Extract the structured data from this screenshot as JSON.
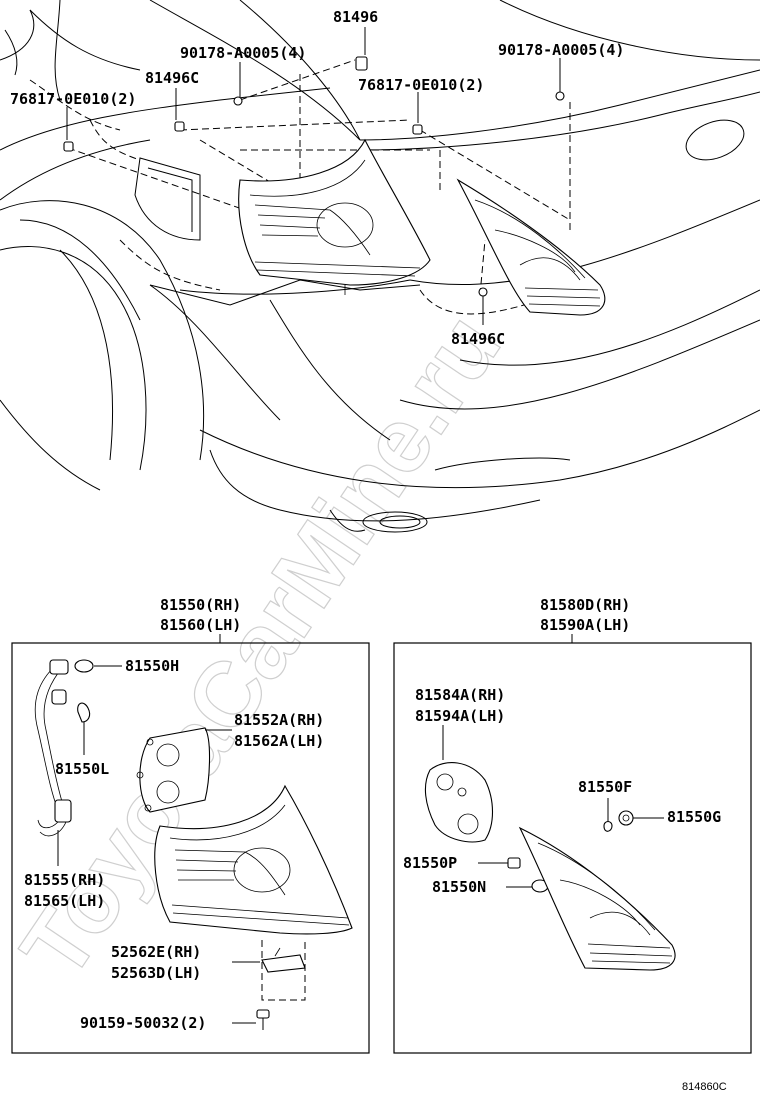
{
  "watermark": "ToyotaCarMine.ru",
  "drawing_id": "814860C",
  "top_labels": {
    "p81496": "81496",
    "p90178_left": "90178-A0005(4)",
    "p90178_right": "90178-A0005(4)",
    "p81496c_top": "81496C",
    "p81496c_bottom": "81496C",
    "p76817_left": "76817-0E010(2)",
    "p76817_mid": "76817-0E010(2)"
  },
  "left_assembly": {
    "title_rh": "81550(RH)",
    "title_lh": "81560(LH)",
    "p81550h": "81550H",
    "p81550l": "81550L",
    "p81552a": "81552A(RH)",
    "p81562a": "81562A(LH)",
    "p81555": "81555(RH)",
    "p81565": "81565(LH)",
    "p52562e": "52562E(RH)",
    "p52563d": "52563D(LH)",
    "p90159": "90159-50032(2)"
  },
  "right_assembly": {
    "title_rh": "81580D(RH)",
    "title_lh": "81590A(LH)",
    "p81584a": "81584A(RH)",
    "p81594a": "81594A(LH)",
    "p81550f": "81550F",
    "p81550g": "81550G",
    "p81550p": "81550P",
    "p81550n": "81550N"
  }
}
